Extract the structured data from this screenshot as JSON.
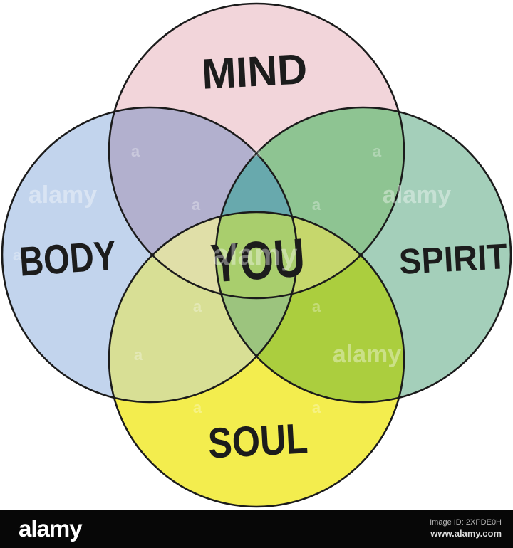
{
  "diagram": {
    "type": "venn",
    "sets": [
      {
        "id": "mind",
        "label": "MIND",
        "position": "top",
        "color": "#f2d5da"
      },
      {
        "id": "body",
        "label": "BODY",
        "position": "left",
        "color": "#c2d4ed"
      },
      {
        "id": "spirit",
        "label": "SPIRIT",
        "position": "right",
        "color": "#a4cfba"
      },
      {
        "id": "soul",
        "label": "SOUL",
        "position": "bottom",
        "color": "#f3ed4e"
      }
    ],
    "center_label": "YOU",
    "overlap_colors": {
      "mind_body": "#b2b0ce",
      "mind_spirit": "#8ec492",
      "body_soul": "#d8df95",
      "spirit_soul": "#abce3e",
      "mind_body_spirit": "#68a9ad",
      "mind_body_soul": "#e0dfa8",
      "mind_spirit_soul": "#c6d76c",
      "body_spirit_soul": "#9cc47e",
      "all_four": "#a9ce6d"
    },
    "outline_color": "#1b1b1b",
    "background_color": "#ffffff"
  },
  "watermark": {
    "text": "alamy",
    "letter": "a",
    "color": "#ffffff"
  },
  "footer": {
    "logo": "alamy",
    "image_id": "Image ID: 2XPDE0H",
    "url": "www.alamy.com",
    "bar_color": "#070707"
  }
}
